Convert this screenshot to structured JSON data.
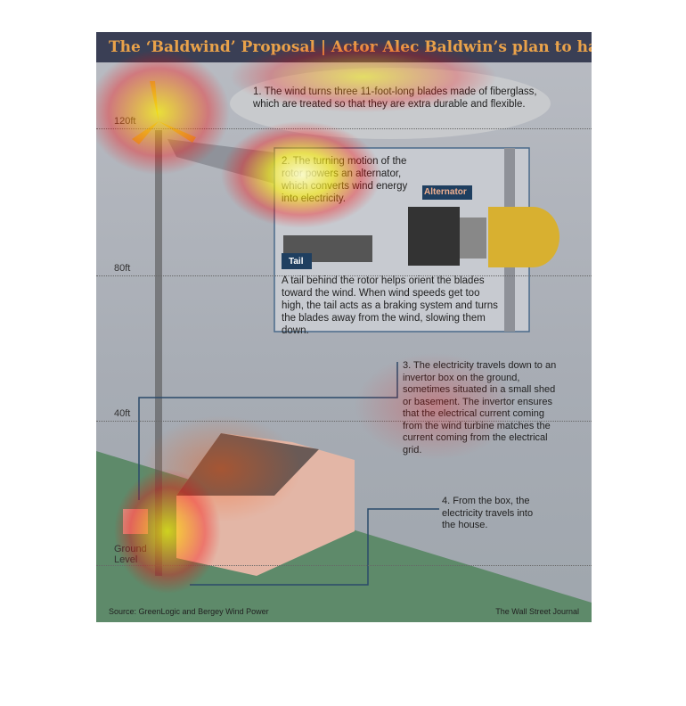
{
  "title": "The ‘Baldwind’ Proposal | Actor Alec Baldwin’s plan to harness wind",
  "step1": "1. The wind turns three 11-foot-long blades made of fiberglass, which are treated so that they are extra durable and flexible.",
  "step2": "2. The turning motion of the rotor powers an alternator, which converts wind energy into electricity.",
  "alternator_label": "Alternator",
  "tail_label": "Tail",
  "tail_text": "A tail behind the rotor helps orient the blades toward the wind. When wind speeds get too high, the tail acts as a braking system and turns the blades away from the wind, slowing them down.",
  "step3": "3. The electricity travels down to an invertor box on the ground, sometimes situated in a small shed or basement. The invertor ensures that the electrical current coming from the wind turbine matches the current coming from the electrical grid.",
  "step4": "4. From the box, the electricity travels into the house.",
  "levels": [
    "120ft",
    "80ft",
    "40ft",
    "Ground Level"
  ],
  "source": "Source: GreenLogic and Bergey Wind Power",
  "credit": "The Wall Street Journal"
}
